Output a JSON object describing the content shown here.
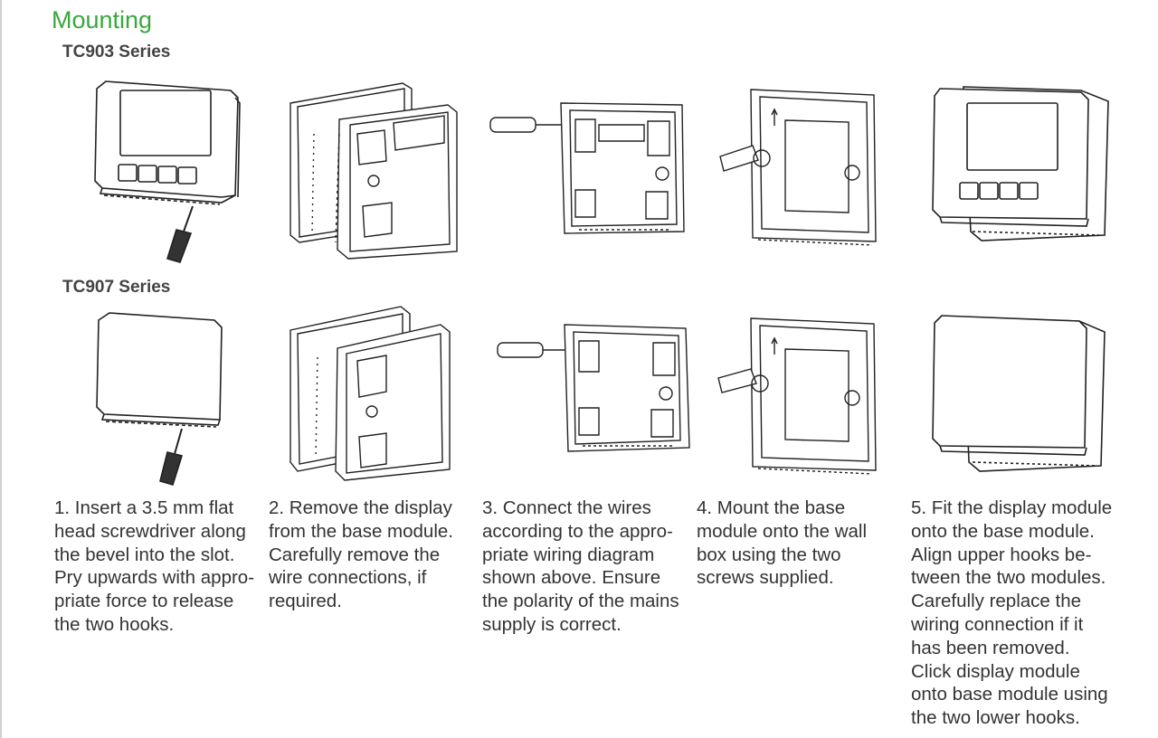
{
  "heading": "Mounting",
  "series": [
    {
      "label": "TC903 Series"
    },
    {
      "label": "TC907 Series"
    }
  ],
  "figures": {
    "tc903": [
      "screwdriver-pry-icon",
      "base-display-separate-icon",
      "wiring-base-icon",
      "wall-mount-base-icon",
      "fit-display-icon"
    ],
    "tc907": [
      "screwdriver-pry-icon",
      "base-display-separate-icon",
      "wiring-base-icon",
      "wall-mount-base-icon",
      "fit-display-icon"
    ]
  },
  "steps": [
    {
      "text": "1. Insert a 3.5 mm flat\nhead screwdriver along\nthe bevel into the slot.\nPry upwards with appro-\npriate force to release\nthe two hooks."
    },
    {
      "text": "2. Remove the display\nfrom the base module.\nCarefully remove the\nwire connections, if\nrequired."
    },
    {
      "text": "3. Connect the wires\naccording to the appro-\npriate wiring diagram\nshown above. Ensure\nthe polarity of the mains\nsupply is correct."
    },
    {
      "text": "4. Mount the base\nmodule onto the wall\nbox using the two\nscrews supplied."
    },
    {
      "text": "5. Fit the display module\nonto the base module.\nAlign upper hooks be-\ntween the two modules.\nCarefully replace the\nwiring connection if it\nhas been removed.\nClick display module\nonto base module using\nthe two lower hooks."
    }
  ],
  "colors": {
    "heading": "#3aa83e",
    "line_art": "#222222"
  }
}
